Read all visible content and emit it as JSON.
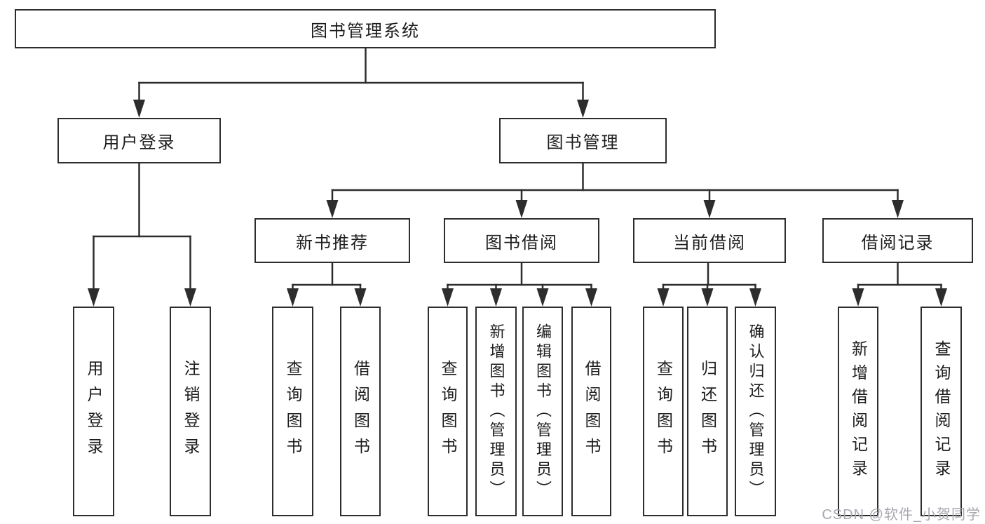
{
  "tree": {
    "label": "图书管理系统",
    "children": [
      {
        "label": "用户登录",
        "children": [
          {
            "label": "用户登录"
          },
          {
            "label": "注销登录"
          }
        ]
      },
      {
        "label": "图书管理",
        "children": [
          {
            "label": "新书推荐",
            "children": [
              {
                "label": "查询图书"
              },
              {
                "label": "借阅图书"
              }
            ]
          },
          {
            "label": "图书借阅",
            "children": [
              {
                "label": "查询图书"
              },
              {
                "label": "新增图书（管理员）"
              },
              {
                "label": "编辑图书（管理员）"
              },
              {
                "label": "借阅图书"
              }
            ]
          },
          {
            "label": "当前借阅",
            "children": [
              {
                "label": "查询图书"
              },
              {
                "label": "归还图书"
              },
              {
                "label": "确认归还（管理员）"
              }
            ]
          },
          {
            "label": "借阅记录",
            "children": [
              {
                "label": "新增借阅记录"
              },
              {
                "label": "查询借阅记录"
              }
            ]
          }
        ]
      }
    ]
  },
  "watermark": {
    "text": "CSDN @软件_小贺同学",
    "color": "#a7a7b0"
  },
  "colors": {
    "line": "#2d2d2d",
    "box_border": "#2d2d2d",
    "box_fill": "#ffffff",
    "text": "#1c1c1c",
    "background": "#ffffff"
  }
}
